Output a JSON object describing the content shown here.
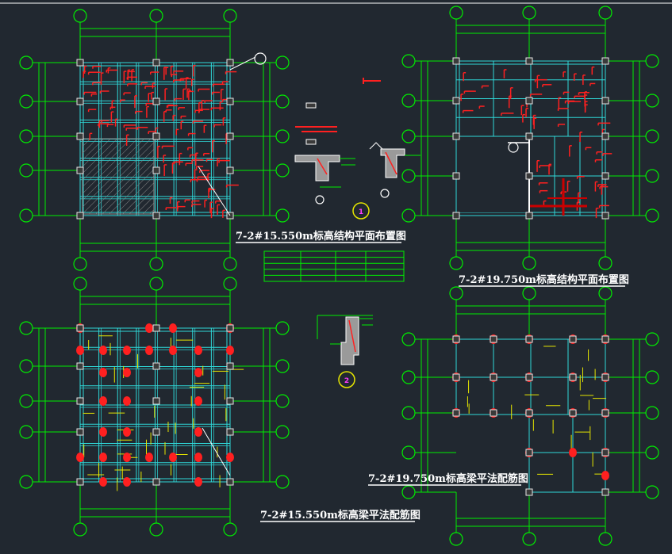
{
  "drawing": {
    "background": "#212830",
    "colors": {
      "axis_bubble": "#00ee00",
      "dimension": "#00ee00",
      "grid_line": "#2fd8d8",
      "column": "#e6e6e6",
      "rebar": "#ff2020",
      "beam_label": "#e6e600",
      "title": "#ffffff",
      "detail_mark": "#ff3cff"
    },
    "titles": {
      "plan_15550": "7-2#15.550m标高结构平面布置图",
      "plan_19750": "7-2#19.750m标高结构平面布置图",
      "beam_15550": "7-2#15.550m标高梁平法配筋图",
      "beam_19750": "7-2#19.750m标高梁平法配筋图"
    },
    "detail_marks": {
      "d1": "1",
      "d2": "2"
    }
  }
}
